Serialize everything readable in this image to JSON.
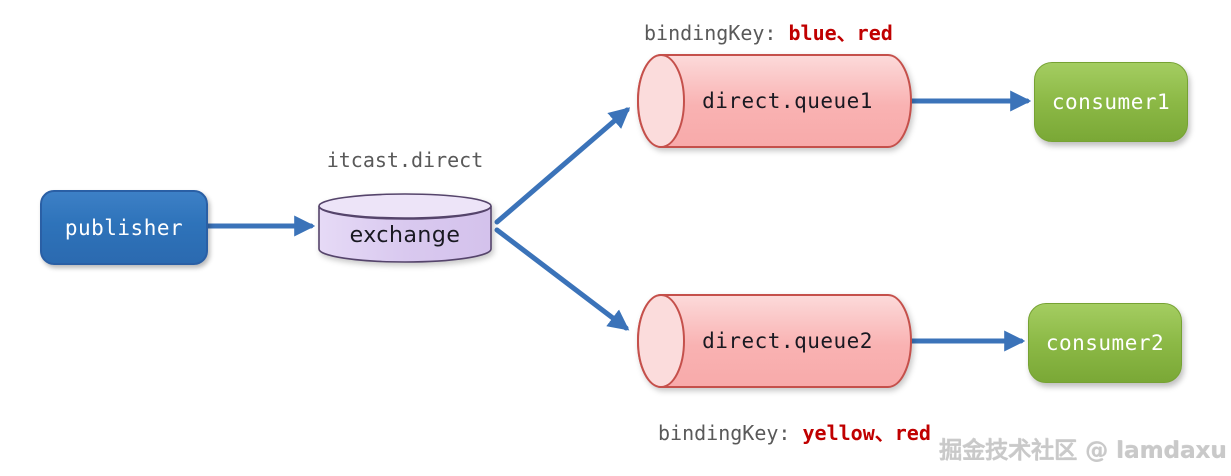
{
  "diagram": {
    "publisher": {
      "label": "publisher"
    },
    "exchange": {
      "title": "itcast.direct",
      "label": "exchange"
    },
    "queues": [
      {
        "label": "direct.queue1",
        "binding_prefix": "bindingKey: ",
        "binding_keys": "blue、red"
      },
      {
        "label": "direct.queue2",
        "binding_prefix": "bindingKey: ",
        "binding_keys": "yellow、red"
      }
    ],
    "consumers": [
      {
        "label": "consumer1"
      },
      {
        "label": "consumer2"
      }
    ],
    "watermark": "掘金技术社区 @ lamdaxu",
    "colors": {
      "arrow": "#3b73b9",
      "publisher_fill": "#2e73ba",
      "exchange_fill": "#dccdf1",
      "queue_fill": "#f9b0b0",
      "queue_border": "#c5504b",
      "consumer_fill": "#8cb946",
      "binding_key_red": "#c00000",
      "label_gray": "#595959"
    }
  }
}
